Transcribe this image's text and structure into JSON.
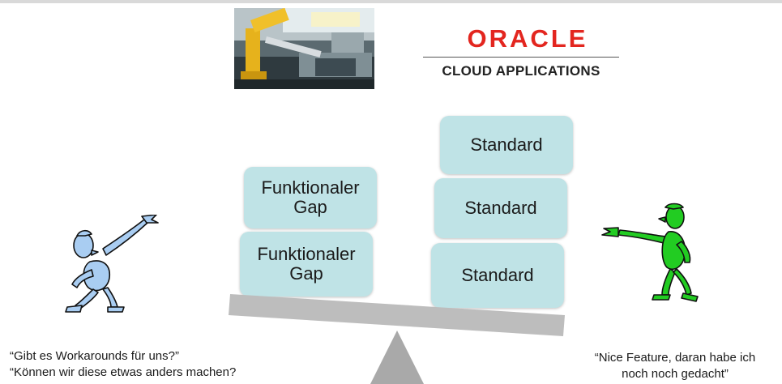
{
  "logo": {
    "brand": "ORACLE",
    "tagline": "CLOUD APPLICATIONS"
  },
  "blocks": {
    "left": [
      "Funktionaler Gap",
      "Funktionaler Gap"
    ],
    "right": [
      "Standard",
      "Standard",
      "Standard"
    ]
  },
  "quotes": {
    "left_1": "“Gibt es Workarounds für uns?”",
    "left_2": "“Können wir diese etwas anders machen?",
    "right_1": "“Nice Feature, daran habe ich",
    "right_2": "noch noch gedacht”"
  },
  "colors": {
    "block_fill": "#bfe3e6",
    "beam": "#bdbdbd",
    "left_figure": "#a9cdf2",
    "right_figure": "#22cc22",
    "oracle_red": "#e3261f"
  },
  "icons": [
    "robot-factory-photo",
    "pointing-figure-icon",
    "pointing-figure-icon"
  ]
}
